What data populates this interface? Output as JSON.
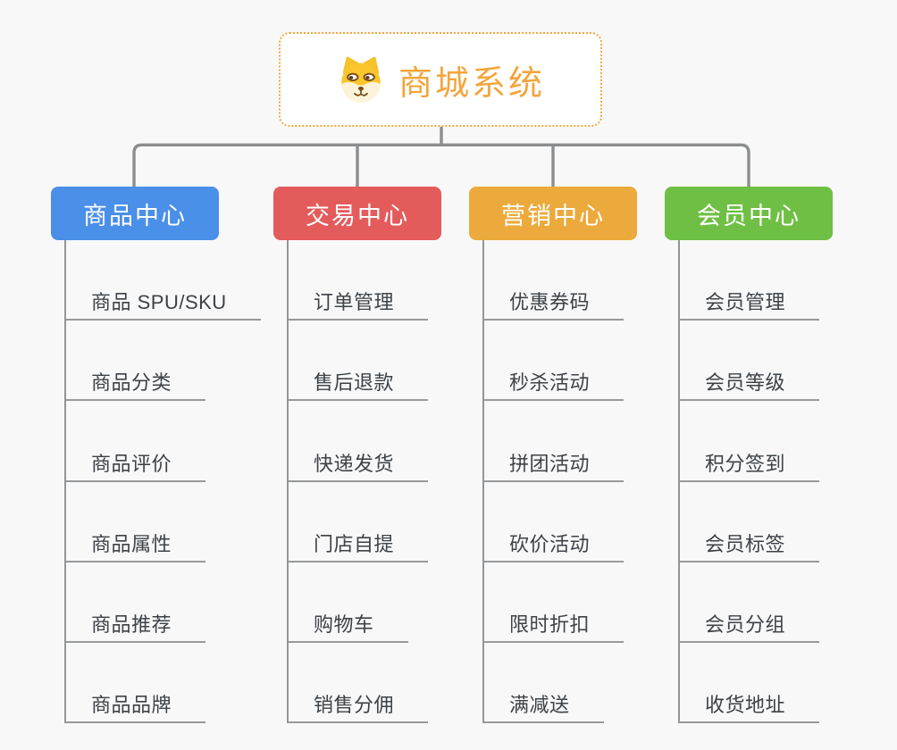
{
  "canvas": {
    "background": "#f8f8f8",
    "connector_color": "#8b8d8f"
  },
  "root": {
    "title": "商城系统",
    "icon": "shiba-dog-face-icon",
    "accent_color": "#f2a53c"
  },
  "branches": [
    {
      "label": "商品中心",
      "color": "#4a8fe8",
      "children": [
        "商品 SPU/SKU",
        "商品分类",
        "商品评价",
        "商品属性",
        "商品推荐",
        "商品品牌"
      ]
    },
    {
      "label": "交易中心",
      "color": "#e45b5b",
      "children": [
        "订单管理",
        "售后退款",
        "快递发货",
        "门店自提",
        "购物车",
        "销售分佣"
      ]
    },
    {
      "label": "营销中心",
      "color": "#ecaa3c",
      "children": [
        "优惠券码",
        "秒杀活动",
        "拼团活动",
        "砍价活动",
        "限时折扣",
        "满减送"
      ]
    },
    {
      "label": "会员中心",
      "color": "#6fbf44",
      "children": [
        "会员管理",
        "会员等级",
        "积分签到",
        "会员标签",
        "会员分组",
        "收货地址"
      ]
    }
  ]
}
